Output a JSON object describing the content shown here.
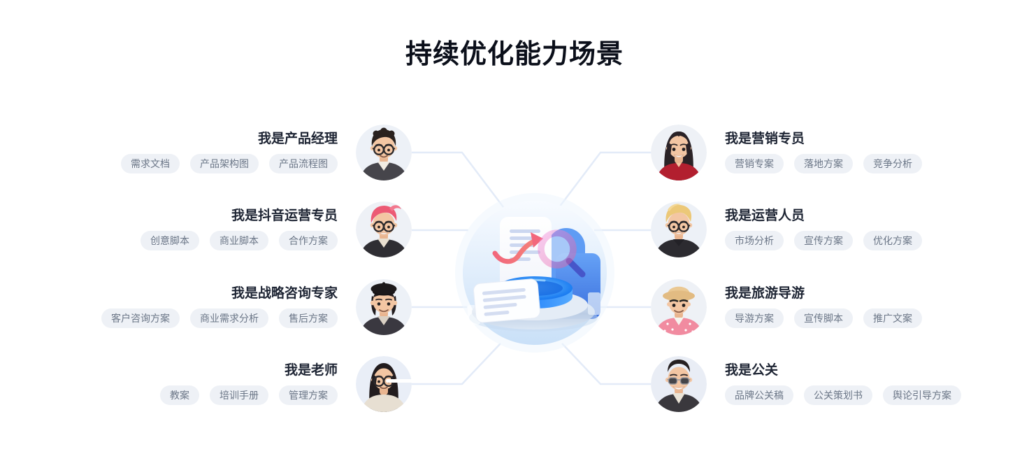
{
  "page": {
    "title": "持续优化能力场景",
    "background": "#ffffff",
    "title_color": "#0b0f1a"
  },
  "theme": {
    "tag_background": "#eef1f6",
    "tag_text": "#6b7687",
    "persona_title_color": "#1d2433",
    "connector_line_color": "#e3ebf8",
    "center_circle_top": "#f7fbff",
    "center_circle_bottom": "#c9e0f8",
    "podium_blue": "#2f8bfb",
    "arrow_red": "#ef5f7f",
    "magnifier_pink": "#ee7fd4",
    "magnifier_handle_blue": "#4656c9"
  },
  "center_illustration": {
    "name": "document-analysis-on-podium",
    "parts": [
      "document-scroll",
      "document-card",
      "blue-folder",
      "curved-red-arrow",
      "magnifier",
      "glowing-blue-podium"
    ]
  },
  "personas": {
    "left": [
      {
        "title": "我是产品经理",
        "avatar": "product-manager",
        "tags": [
          "需求文档",
          "产品架构图",
          "产品流程图"
        ]
      },
      {
        "title": "我是抖音运营专员",
        "avatar": "douyin-operator",
        "tags": [
          "创意脚本",
          "商业脚本",
          "合作方案"
        ]
      },
      {
        "title": "我是战略咨询专家",
        "avatar": "strategy-consultant",
        "tags": [
          "客户咨询方案",
          "商业需求分析",
          "售后方案"
        ]
      },
      {
        "title": "我是老师",
        "avatar": "teacher",
        "tags": [
          "教案",
          "培训手册",
          "管理方案"
        ]
      }
    ],
    "right": [
      {
        "title": "我是营销专员",
        "avatar": "marketing-specialist",
        "tags": [
          "营销专案",
          "落地方案",
          "竞争分析"
        ]
      },
      {
        "title": "我是运营人员",
        "avatar": "operations-staff",
        "tags": [
          "市场分析",
          "宣传方案",
          "优化方案"
        ]
      },
      {
        "title": "我是旅游导游",
        "avatar": "tour-guide",
        "tags": [
          "导游方案",
          "宣传脚本",
          "推广文案"
        ]
      },
      {
        "title": "我是公关",
        "avatar": "pr-specialist",
        "tags": [
          "品牌公关稿",
          "公关策划书",
          "舆论引导方案"
        ]
      }
    ]
  }
}
